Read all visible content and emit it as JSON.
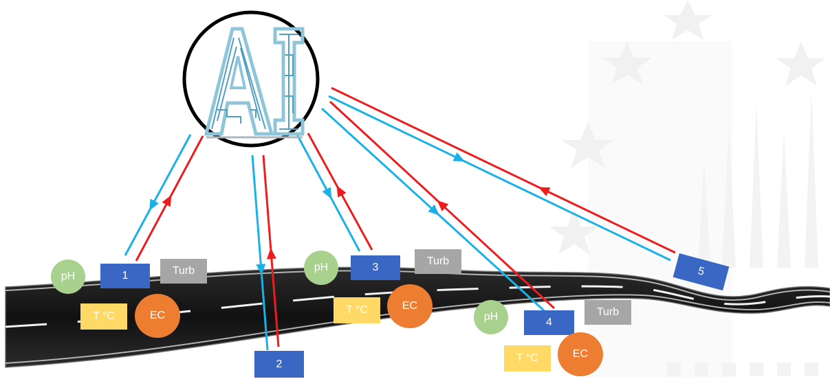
{
  "hub": {
    "label": "AI",
    "icon": "ai-circuit-maze-icon"
  },
  "colors": {
    "downlink": "#1ab0e8",
    "uplink": "#ee1c1c",
    "node_box": "#3a67c4",
    "turb": "#a6a6a6",
    "temp": "#ffd966",
    "ec": "#ed7d31",
    "ph": "#a9d18e",
    "road": "#1e1e1e"
  },
  "nodes": [
    {
      "id": "1",
      "sensors": {
        "ph": "pH",
        "turb": "Turb",
        "temp": "T °C",
        "ec": "EC"
      }
    },
    {
      "id": "2",
      "sensors": {}
    },
    {
      "id": "3",
      "sensors": {
        "ph": "pH",
        "turb": "Turb",
        "temp": "T °C",
        "ec": "EC"
      }
    },
    {
      "id": "4",
      "sensors": {
        "ph": "pH",
        "turb": "Turb",
        "temp": "T °C",
        "ec": "EC"
      }
    },
    {
      "id": "5",
      "sensors": {}
    }
  ]
}
